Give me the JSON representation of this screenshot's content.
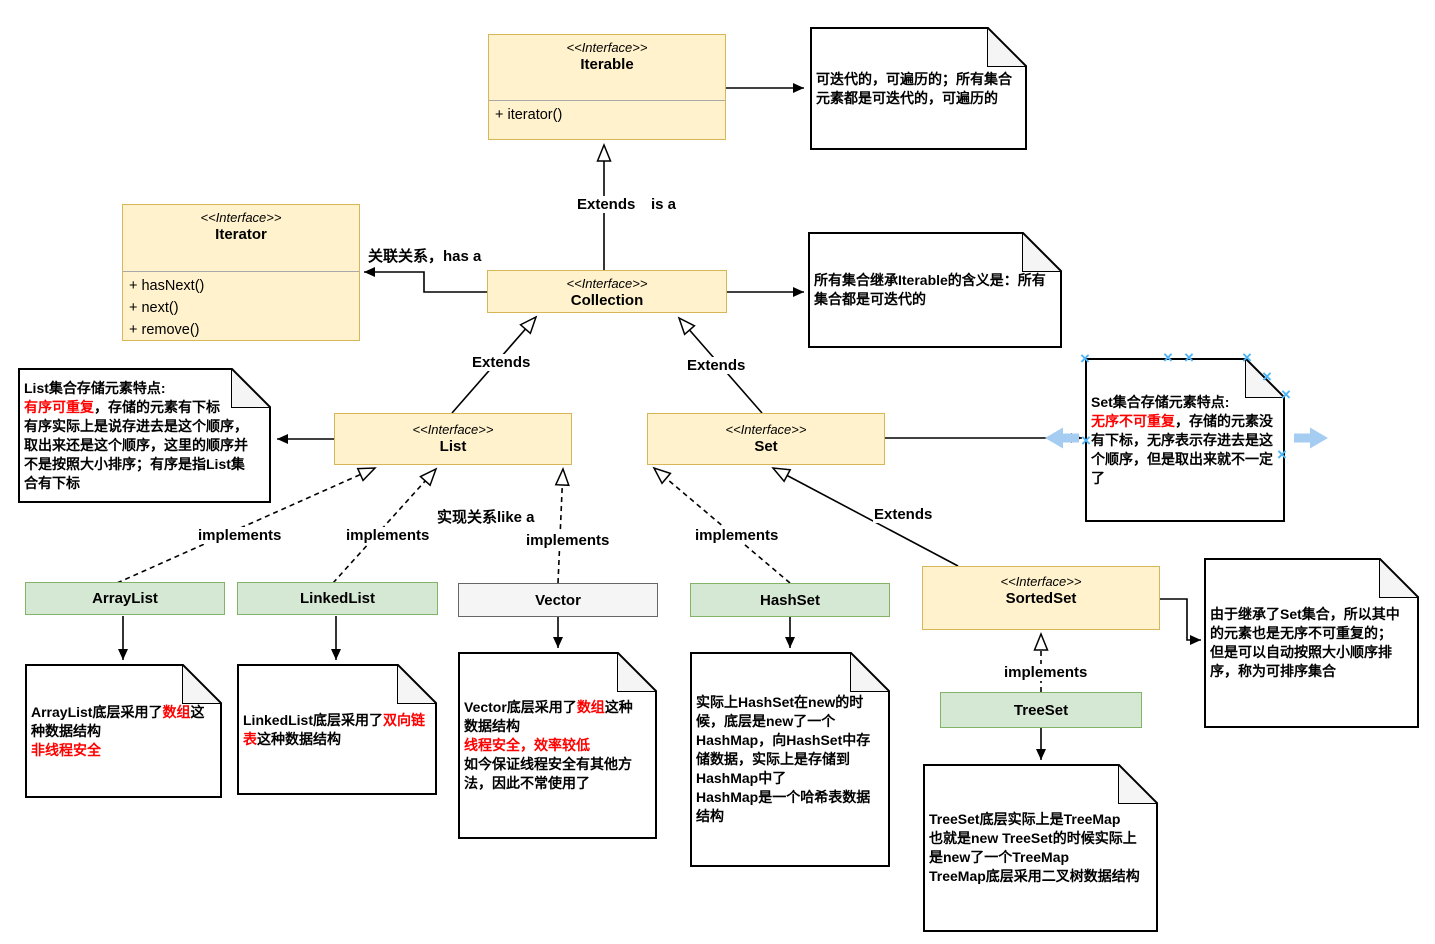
{
  "diagram": {
    "boxes": {
      "iterable": {
        "stereotype": "<<Interface>>",
        "name": "Iterable",
        "methods": [
          "+ iterator()"
        ]
      },
      "iterator": {
        "stereotype": "<<Interface>>",
        "name": "Iterator",
        "methods": [
          "+ hasNext()",
          "+ next()",
          "+ remove()"
        ]
      },
      "collection": {
        "stereotype": "<<Interface>>",
        "name": "Collection"
      },
      "list": {
        "stereotype": "<<Interface>>",
        "name": "List"
      },
      "set": {
        "stereotype": "<<Interface>>",
        "name": "Set"
      },
      "sortedset": {
        "stereotype": "<<Interface>>",
        "name": "SortedSet"
      },
      "arraylist": {
        "name": "ArrayList"
      },
      "linkedlist": {
        "name": "LinkedList"
      },
      "vector": {
        "name": "Vector"
      },
      "hashset": {
        "name": "HashSet"
      },
      "treeset": {
        "name": "TreeSet"
      }
    },
    "edge_labels": {
      "extends_iterable": "Extends",
      "is_a": "is a",
      "has_a": "关联关系，has a",
      "extends_list": "Extends",
      "extends_set": "Extends",
      "like_a": "实现关系like a",
      "implements": "implements",
      "extends_sortedset": "Extends"
    },
    "notes": {
      "iterable": {
        "segments": [
          {
            "t": "可迭代的，可遍历的；所有集合\n元素都是可迭代的，可遍历的"
          }
        ]
      },
      "collection": {
        "segments": [
          {
            "t": "所有集合继承Iterable的含义是：所有\n集合都是可迭代的"
          }
        ]
      },
      "list": {
        "segments": [
          {
            "t": "List集合存储元素特点:\n"
          },
          {
            "t": "有序可重复",
            "red": true
          },
          {
            "t": "，存储的元素有下标\n有序实际上是说存进去是这个顺序，\n取出来还是这个顺序，这里的顺序并\n不是按照大小排序；有序是指List集\n合有下标"
          }
        ]
      },
      "set": {
        "segments": [
          {
            "t": "Set集合存储元素特点:\n"
          },
          {
            "t": "无序不可重复",
            "red": true
          },
          {
            "t": "，存储的元素没\n有下标，无序表示存进去是这\n个顺序，但是取出来就不一定\n了"
          }
        ]
      },
      "arraylist": {
        "segments": [
          {
            "t": "ArrayList底层采用了"
          },
          {
            "t": "数组",
            "red": true
          },
          {
            "t": "这\n种数据结构\n"
          },
          {
            "t": "非线程安全",
            "red": true
          }
        ]
      },
      "linkedlist": {
        "segments": [
          {
            "t": "LinkedList底层采用了"
          },
          {
            "t": "双向链\n表",
            "red": true
          },
          {
            "t": "这种数据结构"
          }
        ]
      },
      "vector": {
        "segments": [
          {
            "t": "Vector底层采用了"
          },
          {
            "t": "数组",
            "red": true
          },
          {
            "t": "这种\n数据结构\n"
          },
          {
            "t": "线程安全，效率较低",
            "red": true
          },
          {
            "t": "\n如今保证线程安全有其他方\n法，因此不常使用了"
          }
        ]
      },
      "hashset": {
        "segments": [
          {
            "t": "实际上HashSet在new的时\n候，底层是new了一个\nHashMap，向HashSet中存\n储数据，实际上是存储到\nHashMap中了\nHashMap是一个哈希表数据\n结构"
          }
        ]
      },
      "sortedset": {
        "segments": [
          {
            "t": "由于继承了Set集合，所以其中\n的元素也是无序不可重复的；\n但是可以自动按照大小顺序排\n序，称为可排序集合"
          }
        ]
      },
      "treeset": {
        "segments": [
          {
            "t": "TreeSet底层实际上是TreeMap\n也就是new TreeSet的时候实际上\n是new了一个TreeMap\nTreeMap底层采用二叉树数据结构"
          }
        ]
      }
    },
    "colors": {
      "interface_fill": "#FFF2CC",
      "interface_border": "#D6B656",
      "class_fill": "#D5E8D4",
      "class_border": "#82B366",
      "vector_fill": "#F5F5F5",
      "vector_border": "#666666",
      "note_fill": "#FFFFFF",
      "note_border": "#000000",
      "note_fold": "#F5F5F5",
      "emphasis_red": "#FF0000",
      "edge_black": "#000000",
      "selection_handle_blue": "#4DB5F8",
      "hover_arrow_blue": "#A5CDF2"
    }
  }
}
